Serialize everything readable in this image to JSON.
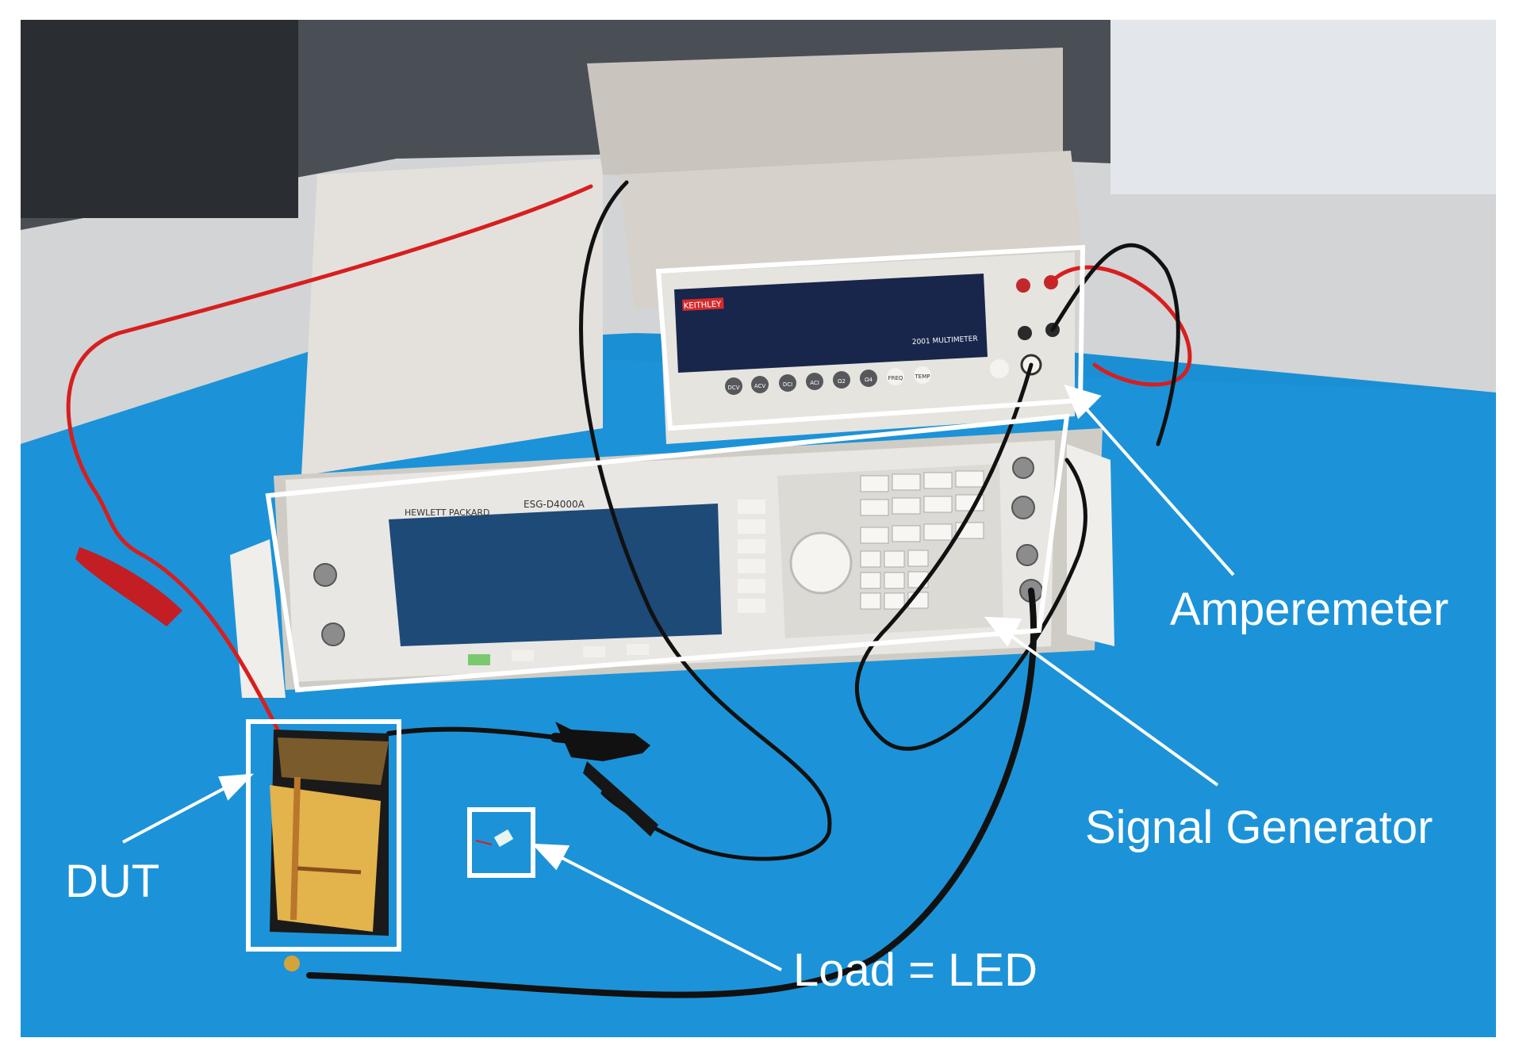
{
  "annotations": {
    "amperemeter": "Amperemeter",
    "signal_generator": "Signal Generator",
    "dut": "DUT",
    "load": "Load = LED"
  },
  "instrument_text": {
    "keithley_brand": "KEITHLEY",
    "keithley_model": "2001 MULTIMETER",
    "hp_brand": "HEWLETT PACKARD",
    "hp_model": "ESG-D4000A",
    "keithley_buttons": [
      "DCV",
      "ACV",
      "DCI",
      "ACI",
      "Ω2",
      "Ω4",
      "FREQ",
      "TEMP"
    ]
  },
  "colors": {
    "mat_blue": "#1a90d6",
    "box_white": "#ffffff",
    "cable_red": "#d81e1e"
  }
}
